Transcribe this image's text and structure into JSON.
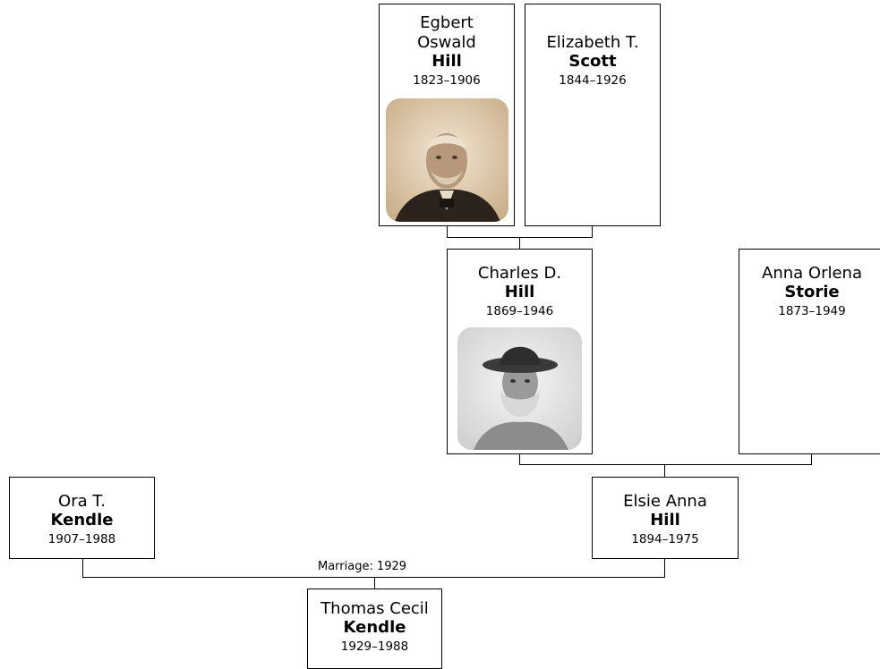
{
  "people": {
    "egbert": {
      "given": "Egbert Oswald",
      "surname": "Hill",
      "dates": "1823–1906",
      "photo": "portrait-photo-sepia"
    },
    "elizabeth": {
      "given": "Elizabeth T.",
      "surname": "Scott",
      "dates": "1844–1926"
    },
    "charles": {
      "given": "Charles D.",
      "surname": "Hill",
      "dates": "1869–1946",
      "photo": "portrait-photo-grayscale"
    },
    "anna": {
      "given": "Anna Orlena",
      "surname": "Storie",
      "dates": "1873–1949"
    },
    "ora": {
      "given": "Ora T.",
      "surname": "Kendle",
      "dates": "1907–1988"
    },
    "elsie": {
      "given": "Elsie Anna",
      "surname": "Hill",
      "dates": "1894–1975"
    },
    "thomas": {
      "given": "Thomas Cecil",
      "surname": "Kendle",
      "dates": "1929–1988"
    }
  },
  "marriage_caption": "Marriage: 1929",
  "colors": {
    "line": "#000000",
    "box_border": "#000000",
    "background": "#ffffff"
  }
}
